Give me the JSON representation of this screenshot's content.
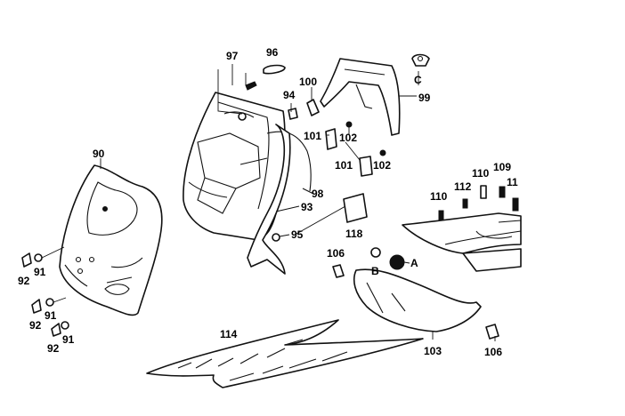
{
  "labels": {
    "l90": "90",
    "l91a": "91",
    "l91b": "91",
    "l91c": "91",
    "l92a": "92",
    "l92b": "92",
    "l92c": "92",
    "l93": "93",
    "l94": "94",
    "l95": "95",
    "l96": "96",
    "l97": "97",
    "l98": "98",
    "l99": "99",
    "l100": "100",
    "l101a": "101",
    "l101b": "101",
    "l102a": "102",
    "l102b": "102",
    "l103": "103",
    "l106a": "106",
    "l106b": "106",
    "l109": "109",
    "l110a": "110",
    "l110b": "110",
    "l111": "11",
    "l112": "112",
    "l114": "114",
    "l118": "118",
    "lA": "A",
    "lB": "B",
    "lC": "C"
  }
}
